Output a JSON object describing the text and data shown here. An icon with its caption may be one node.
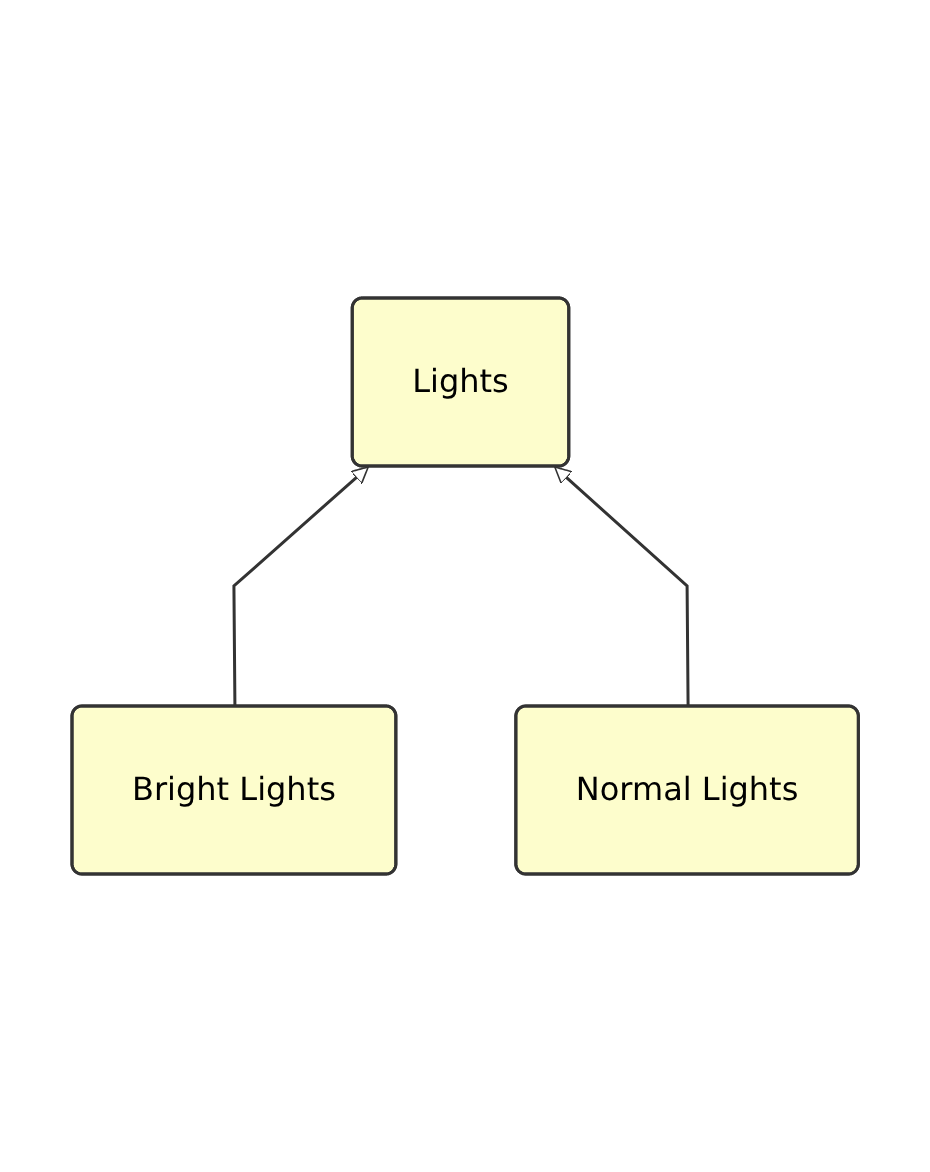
{
  "diagram": {
    "nodes": [
      {
        "text": [
          "Lights"
        ]
      },
      {
        "text": [
          "Bright Lights"
        ]
      },
      {
        "text": [
          "Normal Lights"
        ]
      }
    ],
    "edges": [
      {
        "from": 1,
        "to": 0,
        "arrow": "to"
      },
      {
        "from": 2,
        "to": 0,
        "arrow": "to"
      }
    ]
  }
}
